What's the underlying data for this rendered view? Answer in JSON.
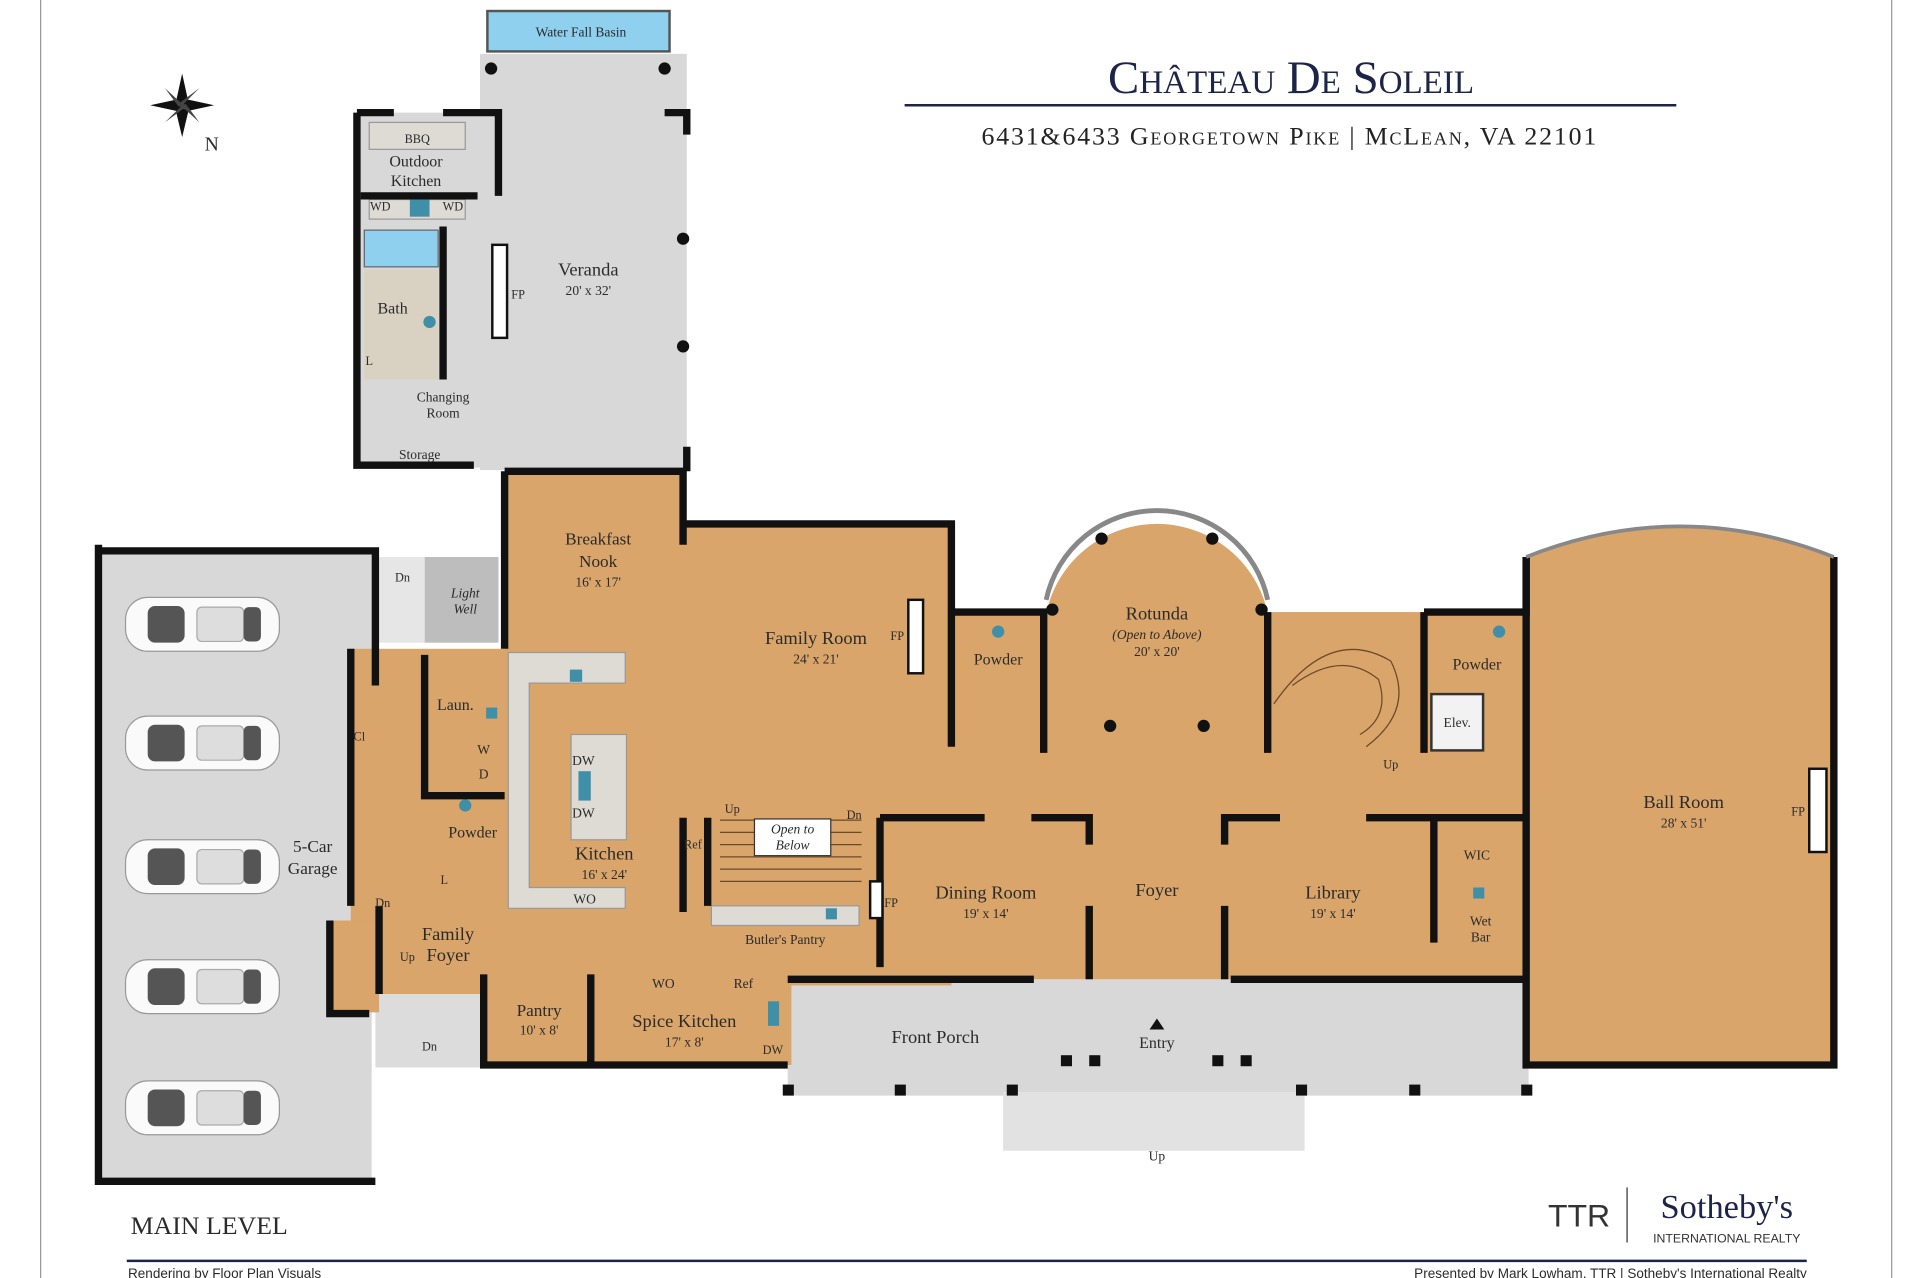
{
  "header": {
    "title": "Château De Soleil",
    "address": "6431&6433 Georgetown Pike | McLean, VA 22101"
  },
  "compass": {
    "north_label": "N"
  },
  "level_label": "MAIN LEVEL",
  "logo": {
    "ttr": "TTR",
    "brand": "Sotheby's",
    "sub": "INTERNATIONAL REALTY"
  },
  "footer": {
    "left": "Rendering by Floor Plan Visuals",
    "right": "Presented by Mark Lowham, TTR | Sotheby's International Realty"
  },
  "colors": {
    "floor": "#d9a56a",
    "patio": "#d6d6d6",
    "wall": "#111111",
    "water": "#8fd0ee",
    "title": "#1c2447"
  },
  "labels": {
    "waterfall": "Water Fall Basin",
    "bbq": "BBQ",
    "outdoor1": "Outdoor",
    "outdoor2": "Kitchen",
    "wd1": "WD",
    "wd2": "WD",
    "veranda": "Veranda",
    "veranda_dim": "20' x 32'",
    "veranda_fp": "FP",
    "bath": "Bath",
    "bath_l": "L",
    "changing1": "Changing",
    "changing2": "Room",
    "storage": "Storage",
    "lw_dn": "Dn",
    "light1": "Light",
    "light2": "Well",
    "nook1": "Breakfast",
    "nook2": "Nook",
    "nook_dim": "16' x 17'",
    "family_room": "Family Room",
    "family_room_dim": "24' x 21'",
    "family_fp": "FP",
    "powder1": "Powder",
    "rotunda": "Rotunda",
    "rotunda_note": "(Open to Above)",
    "rotunda_dim": "20' x 20'",
    "powder2": "Powder",
    "elev": "Elev.",
    "stair_up": "Up",
    "laun": "Laun.",
    "w": "W",
    "d": "D",
    "cl": "Cl",
    "powder3": "Powder",
    "powder3_l": "L",
    "dw1": "DW",
    "dw2": "DW",
    "kitchen": "Kitchen",
    "kitchen_dim": "16' x 24'",
    "wo1": "WO",
    "bstair_up": "Up",
    "bstair_dn": "Dn",
    "open1": "Open to",
    "open2": "Below",
    "ref1": "Ref",
    "dining": "Dining Room",
    "dining_dim": "19' x 14'",
    "dining_fp": "FP",
    "foyer": "Foyer",
    "library": "Library",
    "library_dim": "19' x 14'",
    "wic": "WIC",
    "wet1": "Wet",
    "wet2": "Bar",
    "ballroom": "Ball Room",
    "ballroom_dim": "28' x 51'",
    "ballroom_fp": "FP",
    "garage1": "5-Car",
    "garage2": "Garage",
    "garage_dn": "Dn",
    "ffoyer1": "Family",
    "ffoyer2": "Foyer",
    "ffoyer_up": "Up",
    "butlers": "Butler's Pantry",
    "pantry": "Pantry",
    "pantry_dim": "10' x 8'",
    "spice": "Spice Kitchen",
    "spice_dim": "17' x 8'",
    "wo2": "WO",
    "ref2": "Ref",
    "dw3": "DW",
    "side_dn": "Dn",
    "porch": "Front Porch",
    "entry": "Entry",
    "porch_up": "Up"
  }
}
